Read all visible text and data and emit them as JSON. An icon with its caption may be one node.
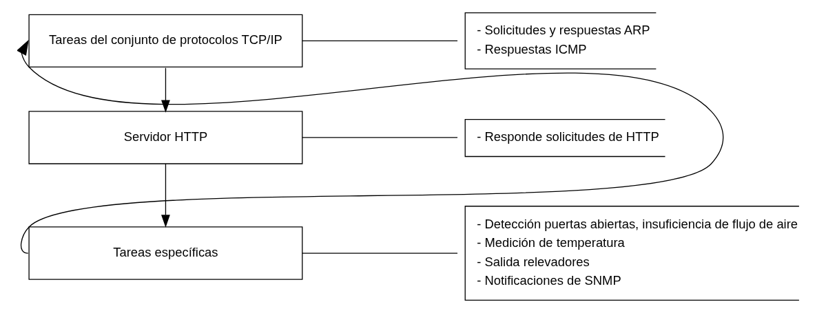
{
  "diagram": {
    "nodes": [
      {
        "text": [
          "Tareas del conjunto de protocolos TCP/IP"
        ]
      },
      {
        "text": [
          "Servidor HTTP"
        ]
      },
      {
        "text": [
          "Tareas específicas"
        ]
      },
      {
        "text": [
          "- Solicitudes y respuestas ARP",
          "- Respuestas ICMP"
        ]
      },
      {
        "text": [
          "- Responde solicitudes de HTTP"
        ]
      },
      {
        "text": [
          "- Detección puertas abiertas, insuficiencia de flujo de aire",
          "- Medición de temperatura",
          "- Salida relevadores",
          "- Notificaciones de SNMP"
        ]
      }
    ],
    "edges": [
      {
        "from": 0,
        "to": 1,
        "arrow": "to"
      },
      {
        "from": 1,
        "to": 2,
        "arrow": "to"
      },
      {
        "from": 2,
        "to": 0,
        "arrow": "to"
      },
      {
        "from": 0,
        "to": 3,
        "arrow": "none"
      },
      {
        "from": 1,
        "to": 4,
        "arrow": "none"
      },
      {
        "from": 2,
        "to": 5,
        "arrow": "none"
      }
    ]
  }
}
